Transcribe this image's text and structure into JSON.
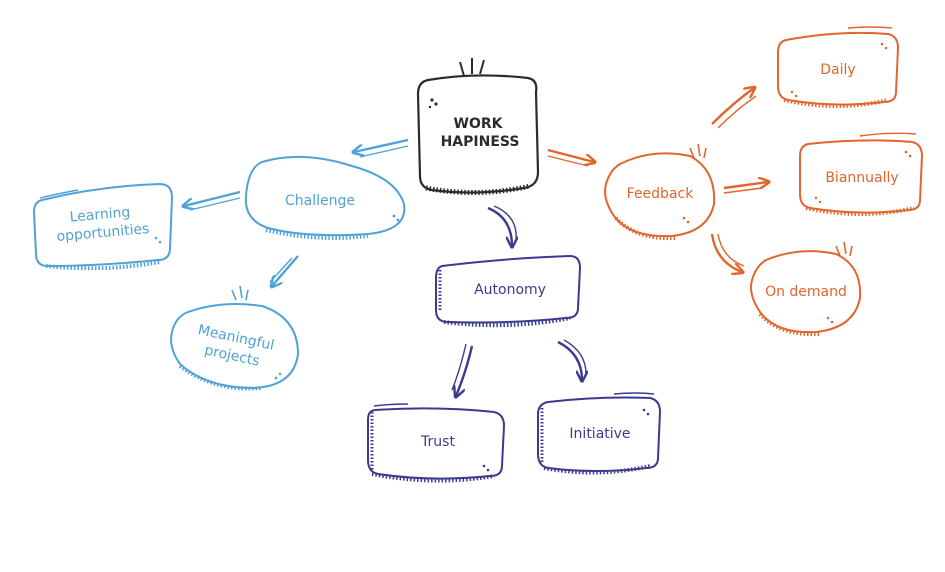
{
  "colors": {
    "root": "#2b2b2b",
    "challenge": "#4fa2d8",
    "autonomy": "#3b3a8f",
    "feedback": "#e2652c"
  },
  "root": {
    "line1": "WORK",
    "line2": "HAPINESS"
  },
  "challenge": {
    "label": "Challenge",
    "learning": {
      "line1": "Learning",
      "line2": "opportunities"
    },
    "meaningful": {
      "line1": "Meaningful",
      "line2": "projects"
    }
  },
  "autonomy": {
    "label": "Autonomy",
    "trust": "Trust",
    "initiative": "Initiative"
  },
  "feedback": {
    "label": "Feedback",
    "daily": "Daily",
    "biannually": "Biannually",
    "on_demand": "On demand"
  }
}
